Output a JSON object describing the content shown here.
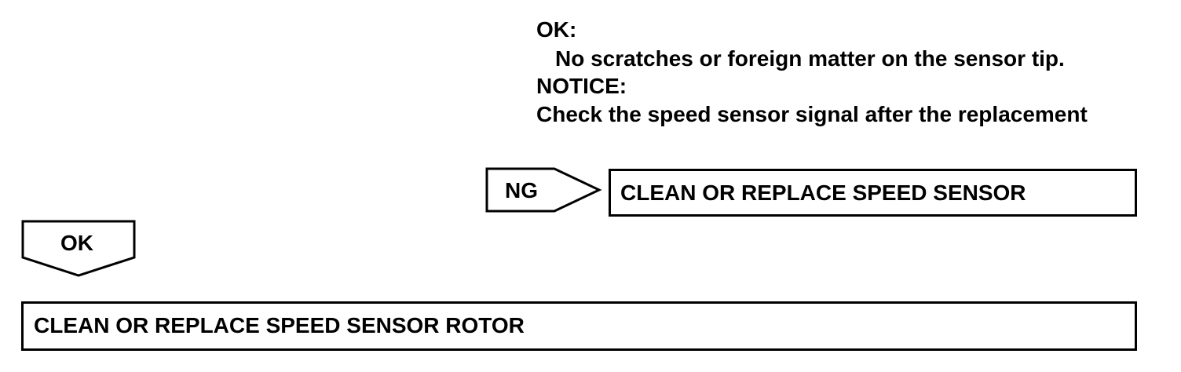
{
  "spec": {
    "ok_label": "OK:",
    "ok_detail": "No scratches or foreign matter on the sensor tip.",
    "notice_label": "NOTICE:",
    "notice_detail": "Check the speed sensor signal after the replacement"
  },
  "ng_branch": {
    "label": "NG",
    "result": "CLEAN OR REPLACE SPEED SENSOR"
  },
  "ok_branch": {
    "label": "OK",
    "result": "CLEAN OR REPLACE SPEED SENSOR ROTOR"
  },
  "colors": {
    "line": "#000000",
    "background": "#ffffff"
  }
}
